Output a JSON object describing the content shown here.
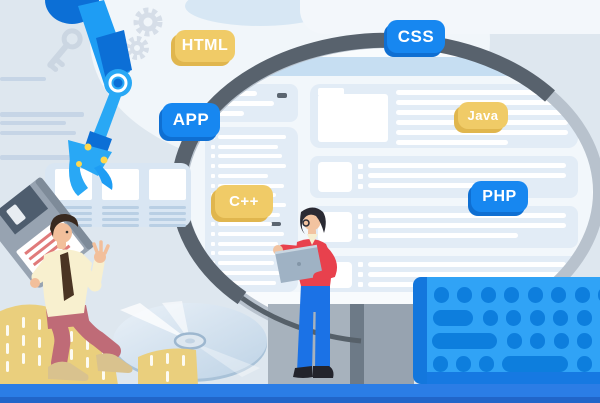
{
  "illustration": {
    "badges": [
      {
        "id": "html",
        "label": "HTML",
        "variant": "yellow"
      },
      {
        "id": "css",
        "label": "CSS",
        "variant": "blue"
      },
      {
        "id": "app",
        "label": "APP",
        "variant": "blue"
      },
      {
        "id": "java",
        "label": "Java",
        "variant": "yellow"
      },
      {
        "id": "cpp",
        "label": "C++",
        "variant": "yellow"
      },
      {
        "id": "php",
        "label": "PHP",
        "variant": "blue"
      }
    ],
    "colors": {
      "background": "#dee7ef",
      "badge_blue": "#1787f0",
      "badge_blue_shadow": "#0f6fd2",
      "badge_yellow": "#f0cb67",
      "badge_yellow_shadow": "#e0b64e",
      "badge_text": "#ffffff",
      "robot_blue": "#1e9df4",
      "robot_dark_blue": "#0c6fd6",
      "screw_yellow": "#ffd84d",
      "magnifier_rim_dark": "#58626d",
      "magnifier_rim_light": "#b8c2cd",
      "window_header": "#c6def2",
      "window_panel": "#e2ecf6",
      "keyboard_board": "#30a3f6",
      "keyboard_keys": "#0d7edd",
      "floor_blue": "#2b7de6",
      "coin_gold": "#eacf7d",
      "sweater_red": "#e8414d",
      "pants_rose": "#bf6b77",
      "pants_blue": "#1b72e6"
    },
    "icons": [
      "robot-arm-icon",
      "key-icon",
      "gear-icon",
      "floppy-disk-icon",
      "cd-disc-icon",
      "magnifier-icon",
      "browser-window-icon",
      "folder-icon",
      "file-icon",
      "keyboard-icon",
      "coin-pile-icon",
      "laptop-icon"
    ]
  }
}
